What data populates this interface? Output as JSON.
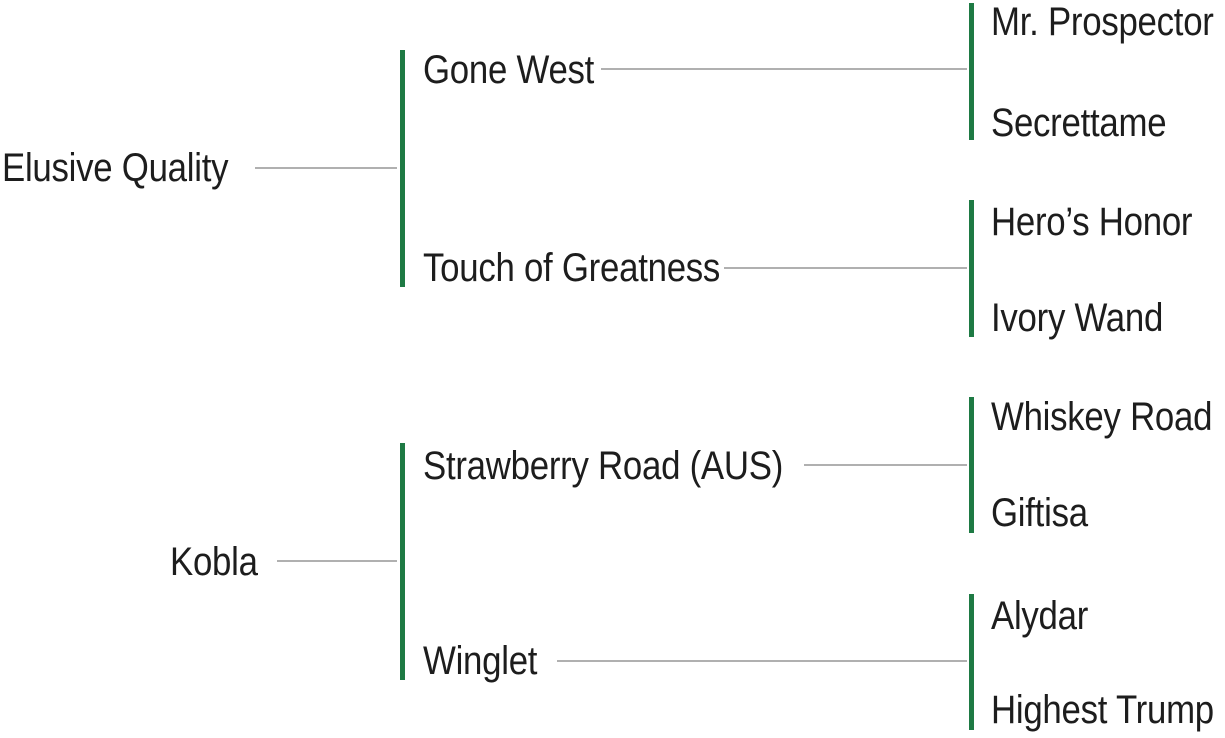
{
  "colors": {
    "bar": "#1e7a44",
    "line": "#b0b0b0",
    "text": "#1d1d1d",
    "background": "#ffffff"
  },
  "diagram_type": "horse-pedigree-tree",
  "pedigree": {
    "sire_line": {
      "name": "Elusive Quality",
      "sire": {
        "name": "Gone West",
        "sire": {
          "name": "Mr. Prospector"
        },
        "dam": {
          "name": "Secrettame"
        }
      },
      "dam": {
        "name": "Touch of Greatness",
        "sire": {
          "name": "Hero’s Honor"
        },
        "dam": {
          "name": "Ivory Wand"
        }
      }
    },
    "dam_line": {
      "name": "Kobla",
      "sire": {
        "name": "Strawberry Road (AUS)",
        "sire": {
          "name": "Whiskey Road"
        },
        "dam": {
          "name": "Giftisa"
        }
      },
      "dam": {
        "name": "Winglet",
        "sire": {
          "name": "Alydar"
        },
        "dam": {
          "name": "Highest Trump"
        }
      }
    }
  }
}
